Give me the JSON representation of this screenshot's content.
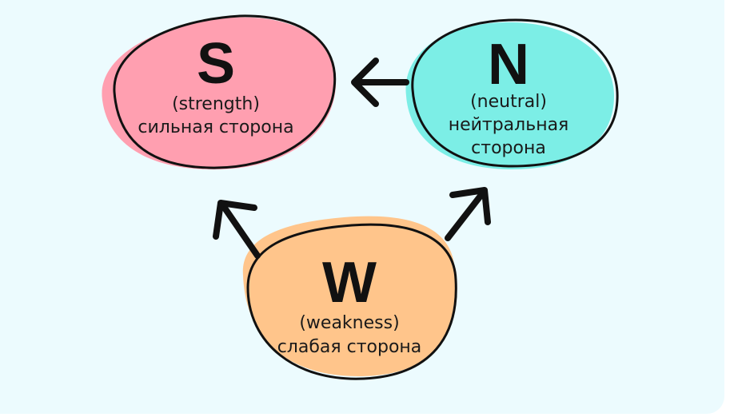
{
  "diagram": {
    "colors": {
      "background": "#ecfbfe",
      "strength_fill": "#ff9fb0",
      "neutral_fill": "#7ceee6",
      "weakness_fill": "#ffc58b",
      "outline": "#111111",
      "arrow": "#111111"
    },
    "nodes": {
      "strength": {
        "letter": "S",
        "english": "(strength)",
        "russian": "сильная сторона"
      },
      "neutral": {
        "letter": "N",
        "english": "(neutral)",
        "russian_line1": "нейтральная",
        "russian_line2": "сторона"
      },
      "weakness": {
        "letter": "W",
        "english": "(weakness)",
        "russian": "слабая сторона"
      }
    },
    "edges": [
      {
        "from": "N",
        "to": "S"
      },
      {
        "from": "W",
        "to": "S"
      },
      {
        "from": "W",
        "to": "N"
      }
    ]
  }
}
